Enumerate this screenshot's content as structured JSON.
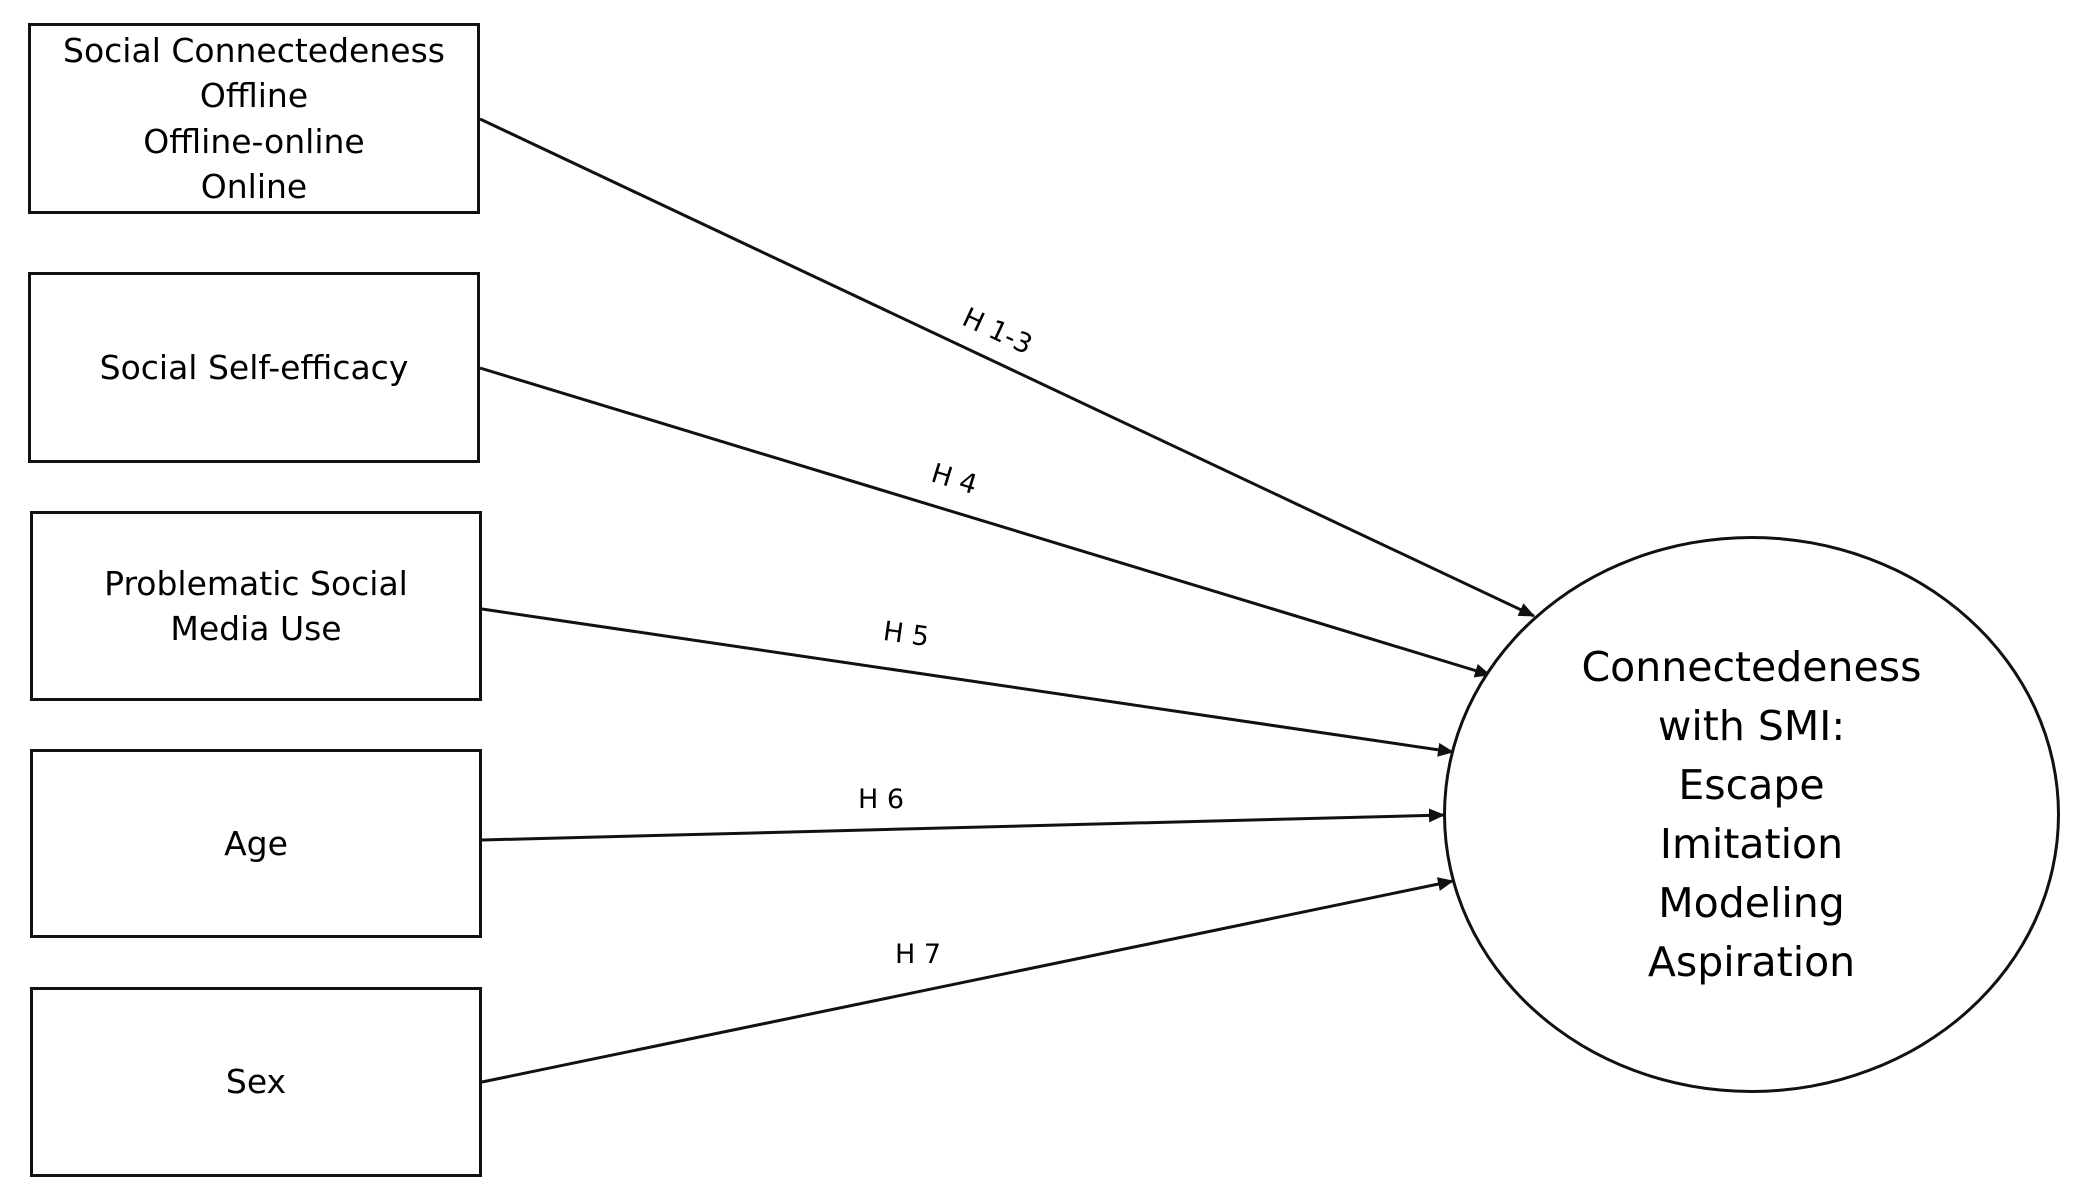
{
  "diagram": {
    "type": "path-model",
    "predictors": [
      {
        "id": "social-connectedness",
        "lines": [
          "Social Connectedeness",
          "Offline",
          "Offline-online",
          "Online"
        ]
      },
      {
        "id": "social-self-efficacy",
        "lines": [
          "Social Self-efficacy"
        ]
      },
      {
        "id": "problematic-social-media-use",
        "lines": [
          "Problematic Social",
          "Media Use"
        ]
      },
      {
        "id": "age",
        "lines": [
          "Age"
        ]
      },
      {
        "id": "sex",
        "lines": [
          "Sex"
        ]
      }
    ],
    "outcome": {
      "id": "connectedness-with-smi",
      "lines": [
        "Connectedeness",
        "with SMI:",
        "Escape",
        "Imitation",
        "Modeling",
        "Aspiration"
      ]
    },
    "edges": [
      {
        "from": "social-connectedness",
        "to": "connectedness-with-smi",
        "label": "H 1-3"
      },
      {
        "from": "social-self-efficacy",
        "to": "connectedness-with-smi",
        "label": "H 4"
      },
      {
        "from": "problematic-social-media-use",
        "to": "connectedness-with-smi",
        "label": "H 5"
      },
      {
        "from": "age",
        "to": "connectedness-with-smi",
        "label": "H 6"
      },
      {
        "from": "sex",
        "to": "connectedness-with-smi",
        "label": "H 7"
      }
    ],
    "colors": {
      "stroke": "#111111",
      "fill": "#ffffff",
      "text": "#000000"
    }
  }
}
